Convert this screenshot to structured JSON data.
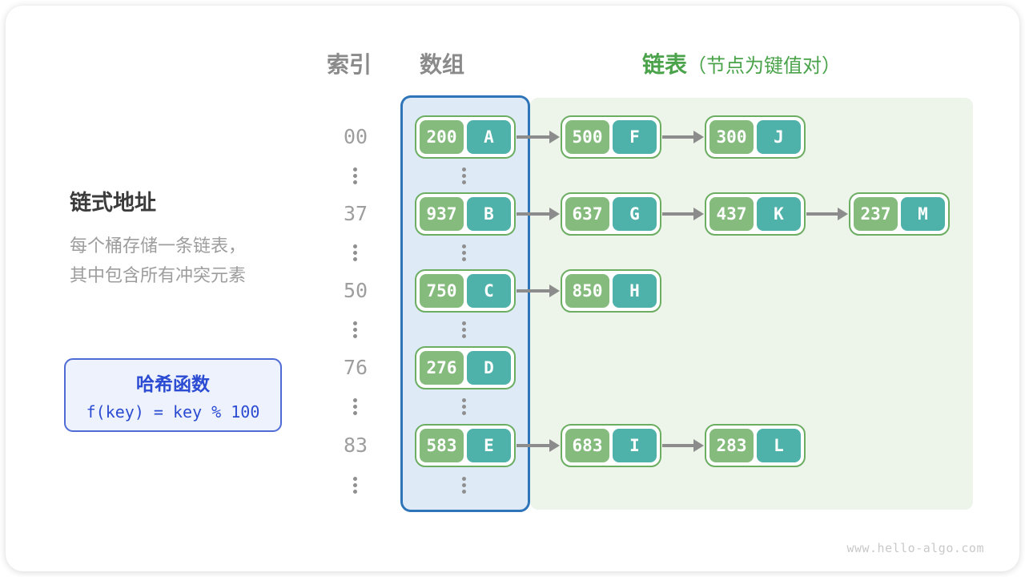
{
  "headers": {
    "index": "索引",
    "array": "数组",
    "list": "链表",
    "list_note": "（节点为键值对）"
  },
  "left_panel": {
    "title": "链式地址",
    "description_line1": "每个桶存储一条链表，",
    "description_line2": "其中包含所有冲突元素"
  },
  "hash_function": {
    "title": "哈希函数",
    "formula": "f(key) = key % 100"
  },
  "table": {
    "rows": [
      {
        "index": "00",
        "nodes": [
          {
            "key": "200",
            "value": "A"
          },
          {
            "key": "500",
            "value": "F"
          },
          {
            "key": "300",
            "value": "J"
          }
        ]
      },
      {
        "index": "37",
        "nodes": [
          {
            "key": "937",
            "value": "B"
          },
          {
            "key": "637",
            "value": "G"
          },
          {
            "key": "437",
            "value": "K"
          },
          {
            "key": "237",
            "value": "M"
          }
        ]
      },
      {
        "index": "50",
        "nodes": [
          {
            "key": "750",
            "value": "C"
          },
          {
            "key": "850",
            "value": "H"
          }
        ]
      },
      {
        "index": "76",
        "nodes": [
          {
            "key": "276",
            "value": "D"
          }
        ]
      },
      {
        "index": "83",
        "nodes": [
          {
            "key": "583",
            "value": "E"
          },
          {
            "key": "683",
            "value": "I"
          },
          {
            "key": "283",
            "value": "L"
          }
        ]
      }
    ]
  },
  "watermark": "www.hello-algo.com",
  "palette": {
    "key_cell_green": "#85BB7D",
    "value_cell_teal": "#4FB2AA",
    "node_border_green": "#6BAE62",
    "array_fill_blue": "#DEEBF6",
    "array_border_blue": "#2E74B8",
    "list_fill_green": "#EDF4EA",
    "header_green": "#4AA34A",
    "hash_blue": "#2B4BD2",
    "arrow_gray": "#8C8C8C"
  }
}
